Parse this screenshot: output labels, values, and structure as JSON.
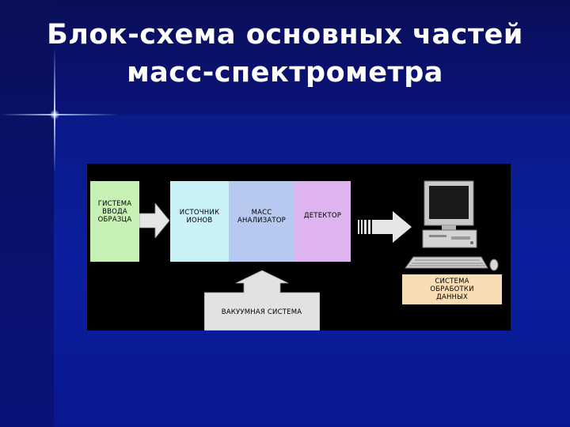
{
  "slide": {
    "title_line1": "Блок-схема основных частей",
    "title_line2": "масс-спектрометра"
  },
  "diagram": {
    "sample_system": [
      "ГИСТЕМА",
      "ВВОДА",
      "ОБРАЗЦА"
    ],
    "ion_source": [
      "ИСТОЧНИК",
      "ИОНОВ"
    ],
    "mass_analyzer": [
      "МАСС",
      "АНАЛИЗАТОР"
    ],
    "detector": [
      "ДЕТЕКТОР"
    ],
    "data_processing": [
      "СИСТЕМА",
      "ОБРАБОТКИ",
      "ДАННЫХ"
    ],
    "vacuum_system": "ВАКУУМНАЯ СИСТЕМА",
    "computer_icon": "computer-icon"
  },
  "colors": {
    "background": "#0b1a8e",
    "diagram_bg": "#000000",
    "sample_box": "#c7f0b5",
    "source_box": "#c9f2f7",
    "analyzer_box": "#b7c9f0",
    "detector_box": "#ddb3f0",
    "processing_box": "#f8dcb4",
    "arrow": "#e0e0e0"
  }
}
